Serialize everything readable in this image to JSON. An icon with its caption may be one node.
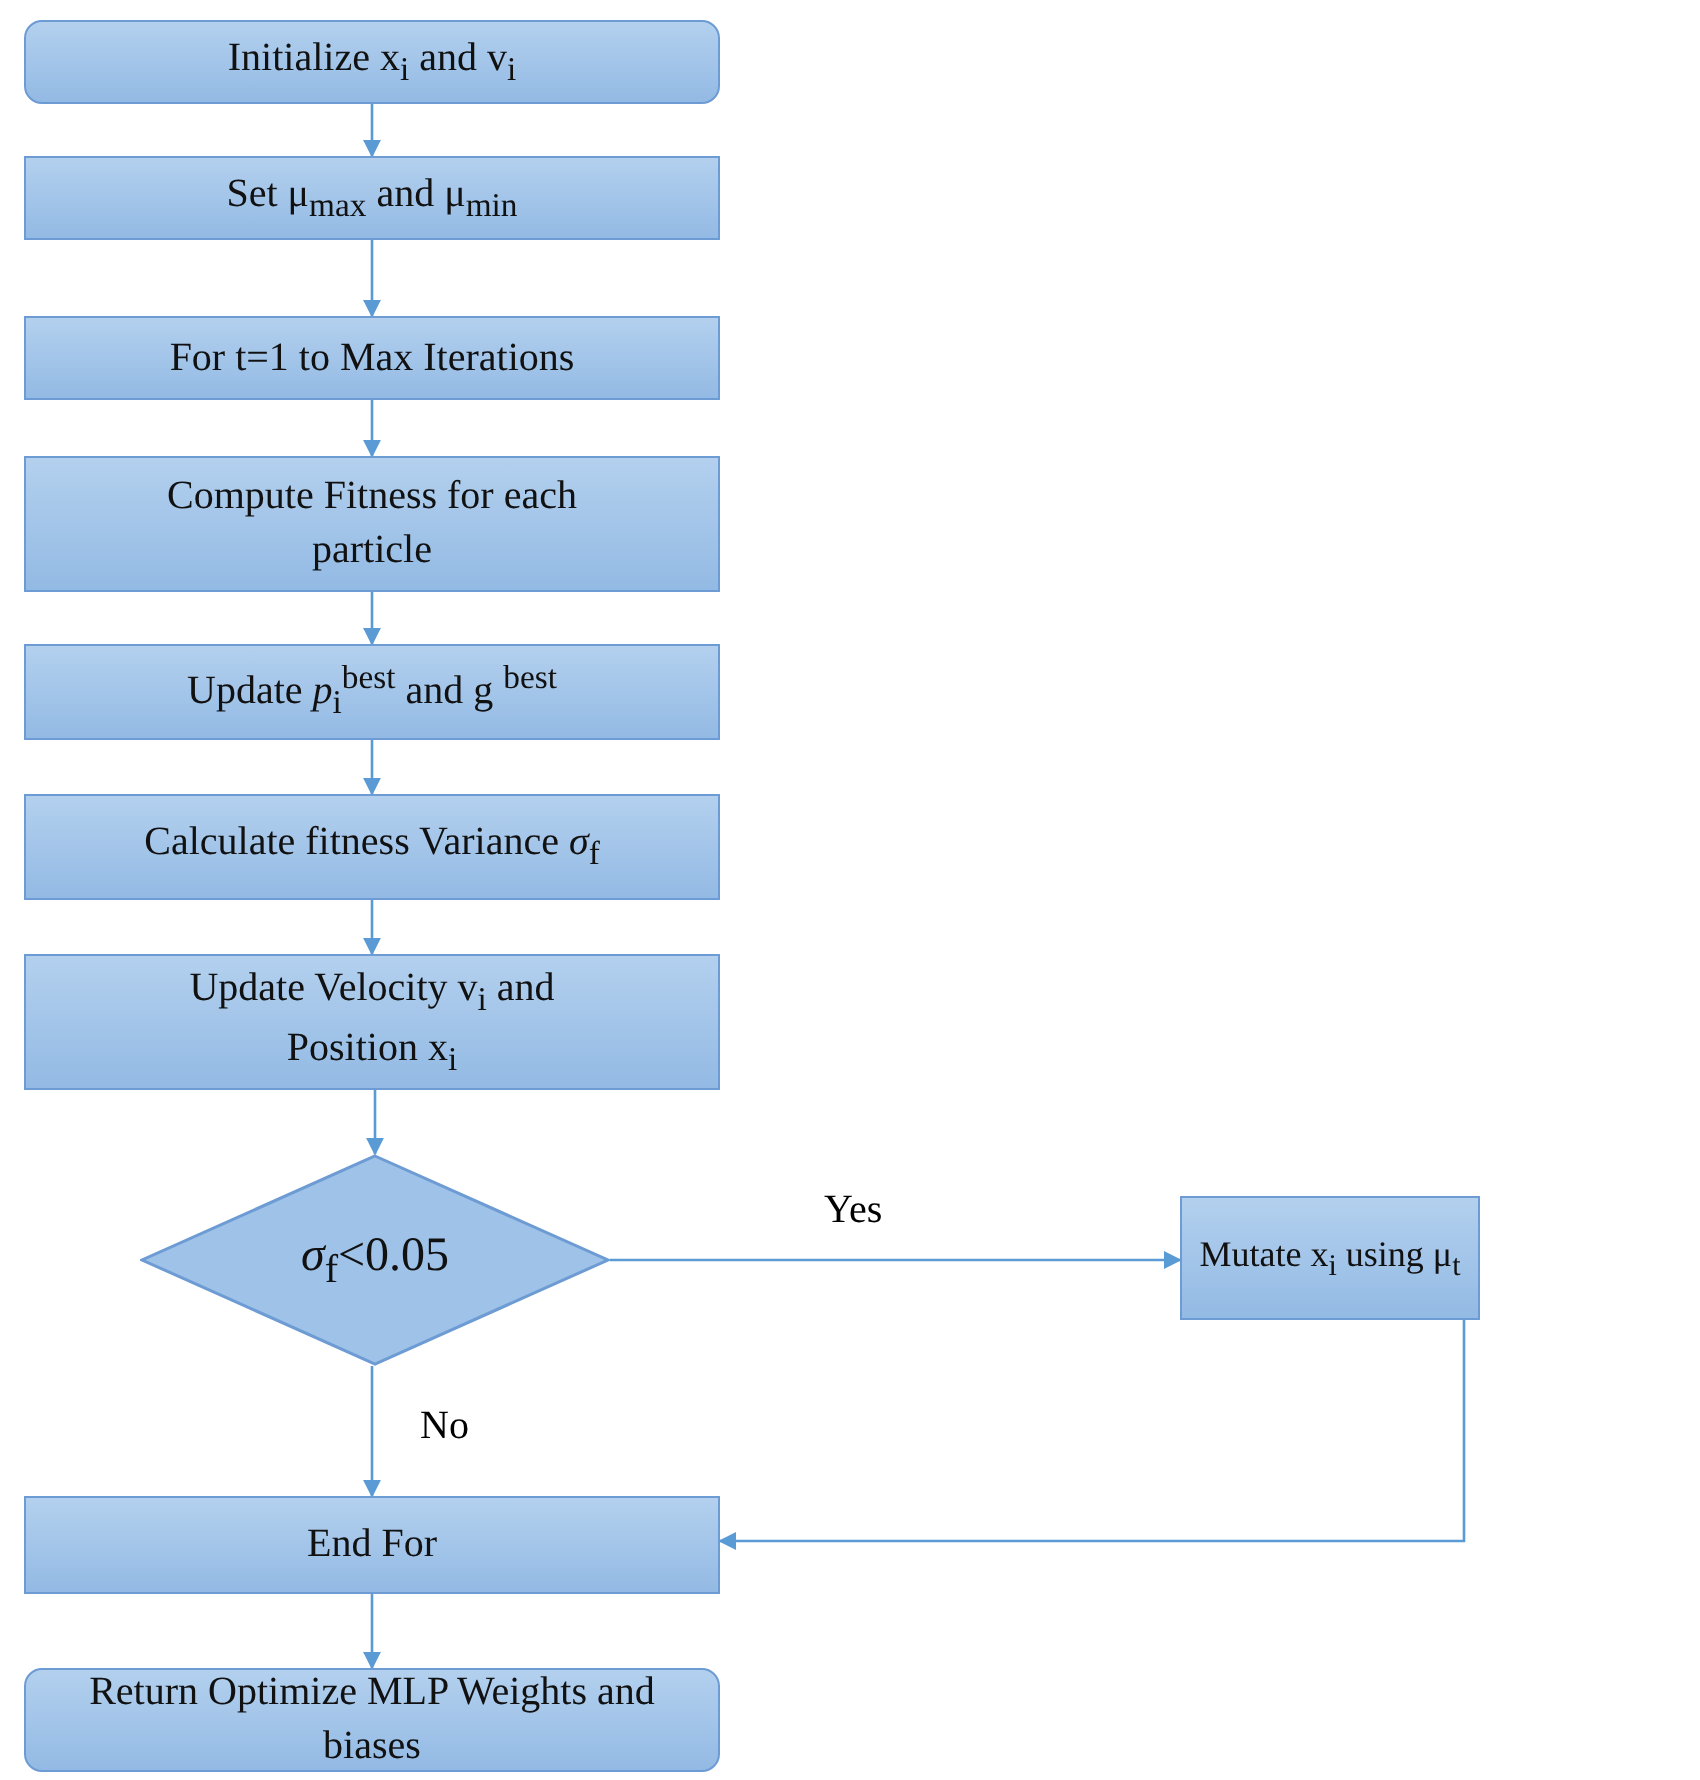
{
  "diagram": {
    "nodes": [
      {
        "text": [
          "Initialize x$_{i}$ and v$_{i}$"
        ]
      },
      {
        "text": [
          "Set μ$_{max}$ and μ$_{min}$"
        ]
      },
      {
        "text": [
          "For t=1 to Max Iterations"
        ]
      },
      {
        "text": [
          "Compute Fitness for each particle"
        ]
      },
      {
        "text": [
          "Update *p*$_{i}$$^{best}$ and g $^{best}$"
        ]
      },
      {
        "text": [
          "Calculate fitness Variance *σ*$_{f}$"
        ]
      },
      {
        "text": [
          "Update Velocity v$_{i}$ and Position x$_{i}$"
        ]
      },
      {
        "text": [
          "*σ*$_{f}$<0.05"
        ]
      },
      {
        "text": [
          "Mutate x$_{i}$ using μ$_{t}$"
        ]
      },
      {
        "text": [
          "End For"
        ]
      },
      {
        "text": [
          "Return Optimize MLP Weights and biases"
        ]
      }
    ],
    "edges": [
      {
        "from": 0,
        "to": 1,
        "arrow": "to"
      },
      {
        "from": 1,
        "to": 2,
        "arrow": "to"
      },
      {
        "from": 2,
        "to": 3,
        "arrow": "to"
      },
      {
        "from": 3,
        "to": 4,
        "arrow": "to"
      },
      {
        "from": 4,
        "to": 5,
        "arrow": "to"
      },
      {
        "from": 5,
        "to": 6,
        "arrow": "to"
      },
      {
        "from": 6,
        "to": 7,
        "arrow": "to"
      },
      {
        "from": 7,
        "to": 8,
        "label": "Yes",
        "arrow": "to"
      },
      {
        "from": 7,
        "to": 9,
        "label": "No",
        "arrow": "to"
      },
      {
        "from": 8,
        "to": 9,
        "arrow": "to"
      },
      {
        "from": 9,
        "to": 10,
        "arrow": "to"
      }
    ]
  }
}
